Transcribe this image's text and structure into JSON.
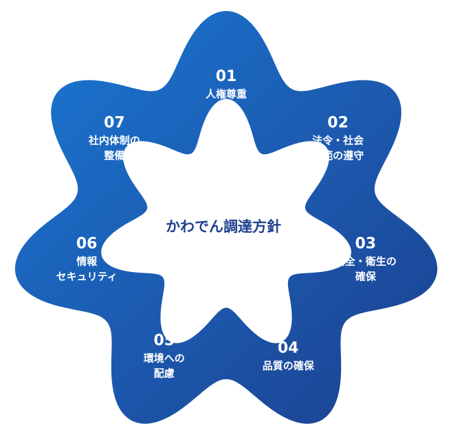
{
  "title": "かわでん調達方針",
  "colors": {
    "gradient_start": "#1a78d4",
    "gradient_end": "#1d3f8e",
    "title": "#1f3f8f",
    "text": "#ffffff"
  },
  "items": [
    {
      "number": "01",
      "label_lines": [
        "人権尊重"
      ]
    },
    {
      "number": "02",
      "label_lines": [
        "法令・社会",
        "規範の遵守"
      ]
    },
    {
      "number": "03",
      "label_lines": [
        "安全・衛生の",
        "確保"
      ]
    },
    {
      "number": "04",
      "label_lines": [
        "品質の確保"
      ]
    },
    {
      "number": "05",
      "label_lines": [
        "環境への",
        "配慮"
      ]
    },
    {
      "number": "06",
      "label_lines": [
        "情報",
        "セキュリティ"
      ]
    },
    {
      "number": "07",
      "label_lines": [
        "社内体制の",
        "整備"
      ]
    }
  ]
}
